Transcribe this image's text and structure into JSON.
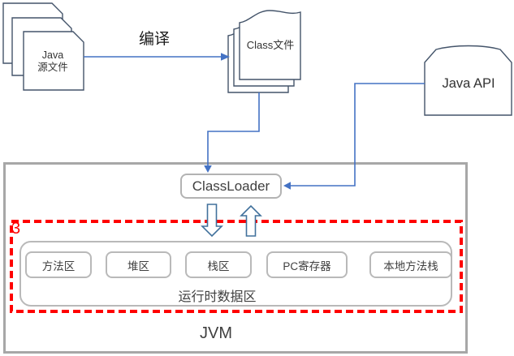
{
  "diagram": {
    "java_source": {
      "line1": "Java",
      "line2": "源文件"
    },
    "compile_label": "编译",
    "class_file_label": "Class文件",
    "java_api_label": "Java API",
    "classloader_label": "ClassLoader",
    "annotation_number": "3",
    "runtime": {
      "title": "运行时数据区",
      "boxes": [
        "方法区",
        "堆区",
        "栈区",
        "PC寄存器",
        "本地方法栈"
      ]
    },
    "jvm_label": "JVM",
    "colors": {
      "connector_blue": "#4472C4",
      "shape_outline": "#44546A",
      "jvm_border_gray": "#A7A7A7",
      "rounded_box_border_gray": "#B9B9B9",
      "highlight_red": "#FF0000",
      "label_text": "#3F3F3F",
      "block_arrow_outline": "#41719C"
    }
  }
}
